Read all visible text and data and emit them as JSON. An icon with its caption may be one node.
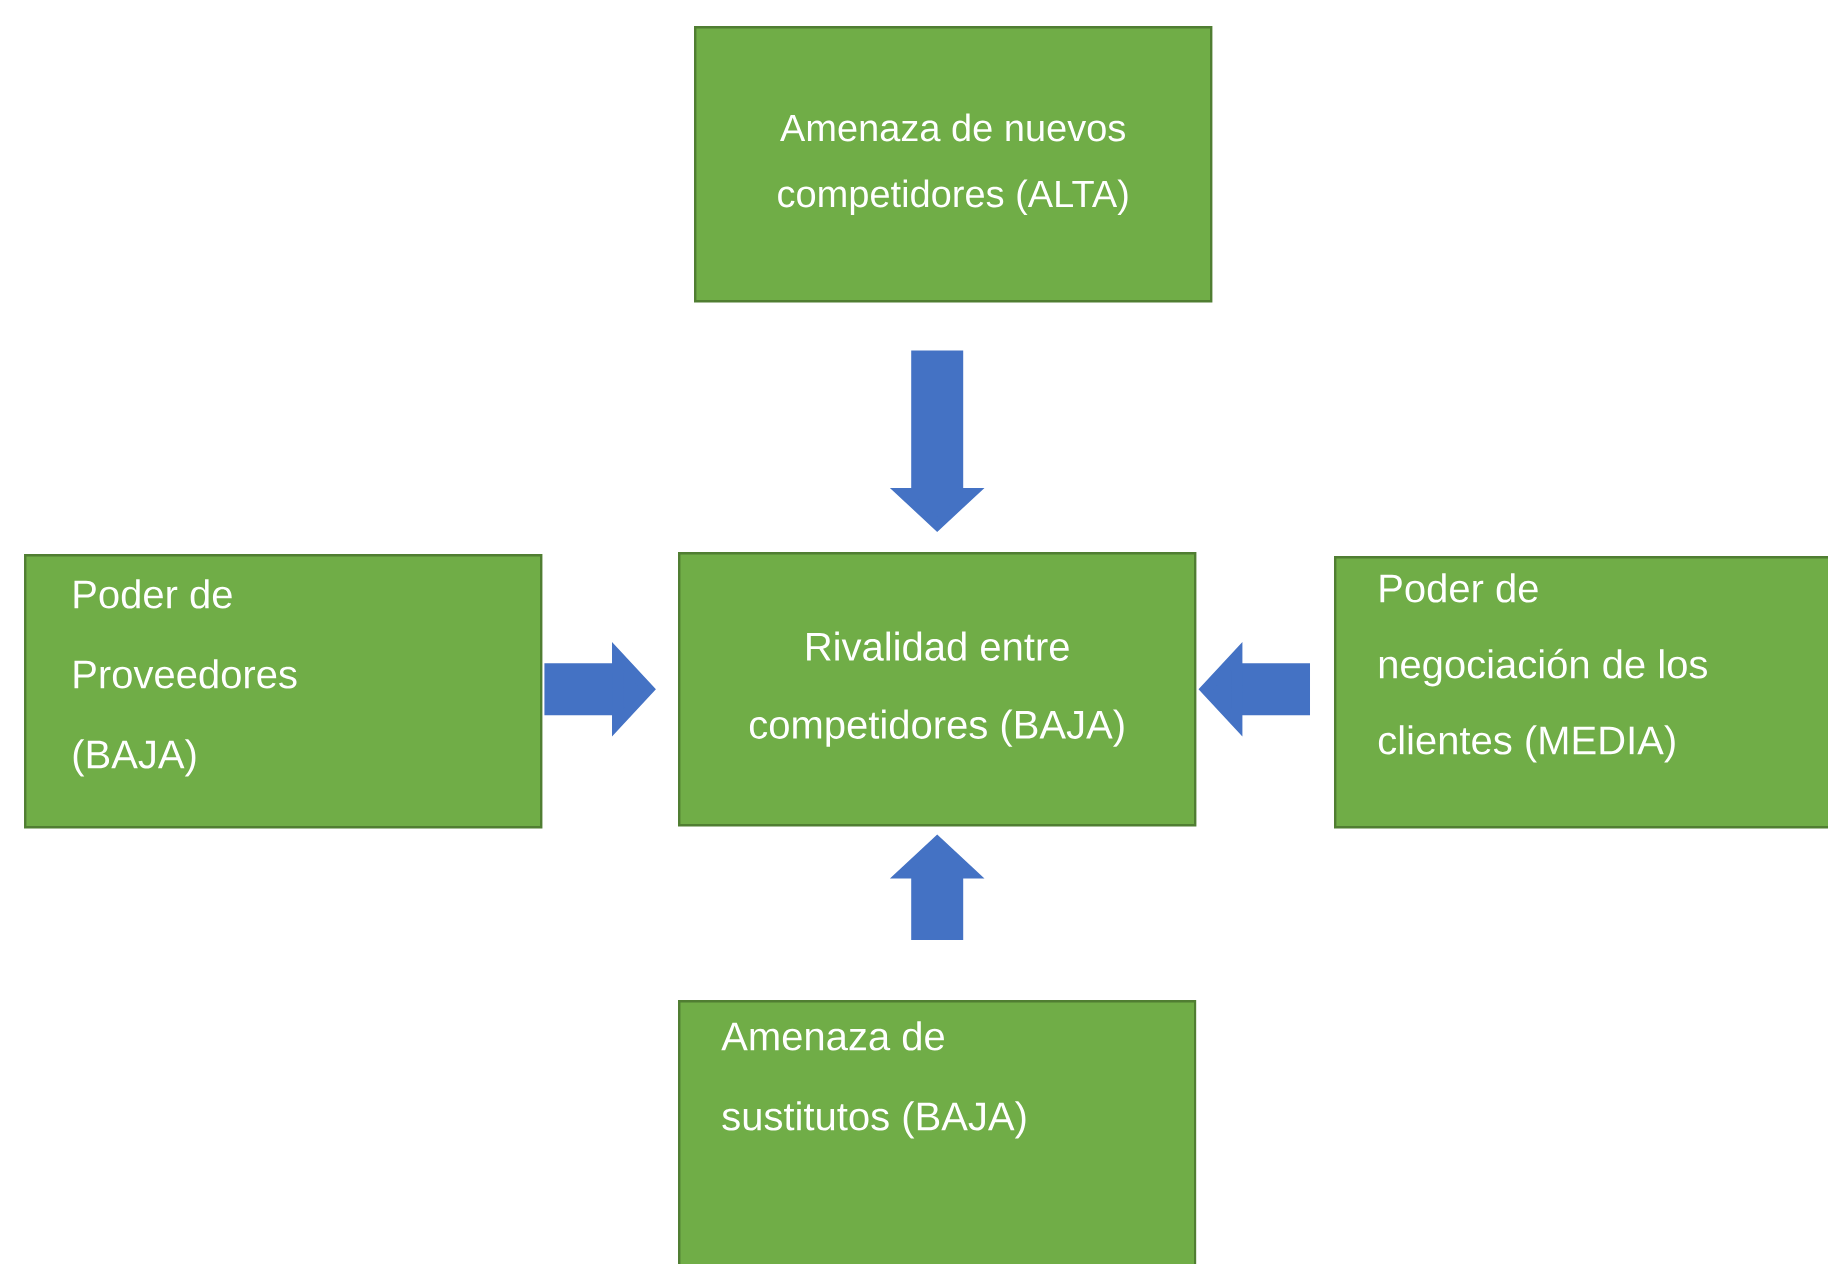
{
  "diagram": {
    "nodes": [
      {
        "text": [
          "Amenaza de nuevos competidores (ALTA)"
        ]
      },
      {
        "text": [
          "Poder de Proveedores (BAJA)"
        ]
      },
      {
        "text": [
          "Rivalidad entre competidores (BAJA)"
        ]
      },
      {
        "text": [
          "Poder de negociación de los clientes (MEDIA)"
        ]
      },
      {
        "text": [
          "Amenaza de sustitutos (BAJA)"
        ]
      }
    ],
    "edges": [
      {
        "from": 0,
        "to": 2,
        "arrow": "to"
      },
      {
        "from": 1,
        "to": 2,
        "arrow": "to"
      },
      {
        "from": 3,
        "to": 2,
        "arrow": "to"
      },
      {
        "from": 4,
        "to": 2,
        "arrow": "to"
      }
    ]
  }
}
